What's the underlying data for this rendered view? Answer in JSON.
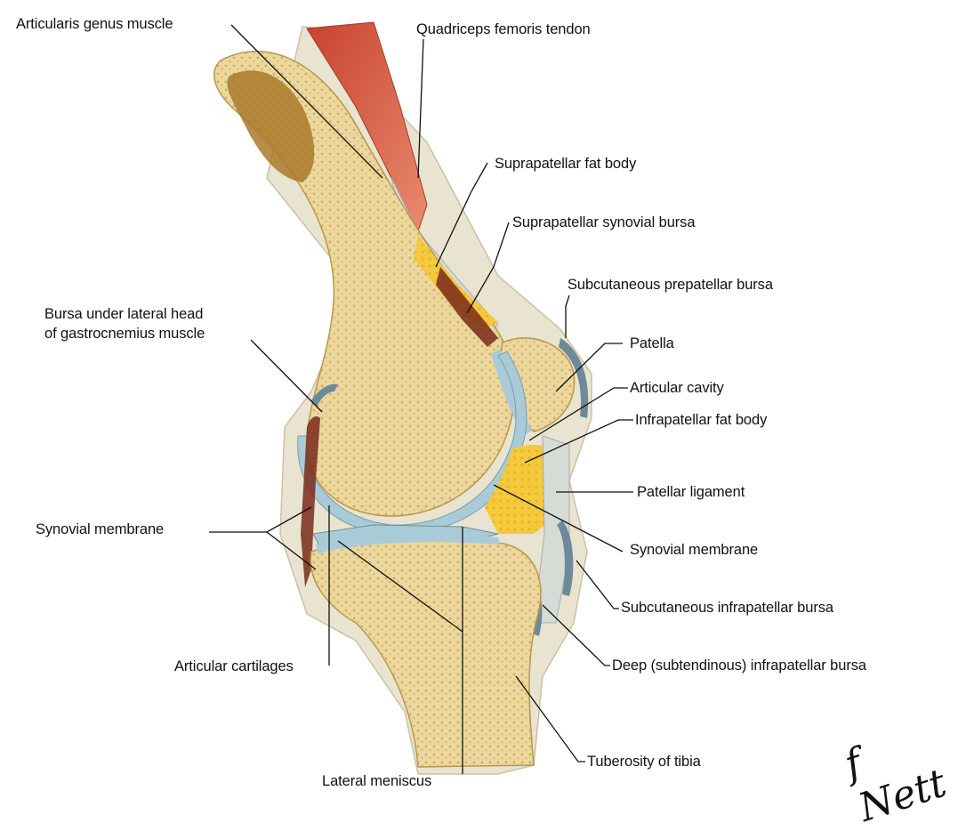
{
  "labels": {
    "articularis_genus_muscle": "Articularis genus muscle",
    "quadriceps_femoris_tendon": "Quadriceps femoris tendon",
    "suprapatellar_fat_body": "Suprapatellar fat body",
    "suprapatellar_synovial_bursa": "Suprapatellar synovial bursa",
    "subcutaneous_prepatellar_bursa": "Subcutaneous prepatellar bursa",
    "bursa_gastrocnemius_line1": "Bursa under lateral head",
    "bursa_gastrocnemius_line2": "of gastrocnemius muscle",
    "patella": "Patella",
    "articular_cavity": "Articular cavity",
    "infrapatellar_fat_body": "Infrapatellar fat body",
    "patellar_ligament": "Patellar ligament",
    "synovial_membrane_left": "Synovial membrane",
    "synovial_membrane_right": "Synovial membrane",
    "subcutaneous_infrapatellar_bursa": "Subcutaneous infrapatellar bursa",
    "articular_cartilages": "Articular cartilages",
    "deep_infrapatellar_bursa": "Deep (subtendinous) infrapatellar bursa",
    "tuberosity_of_tibia": "Tuberosity of tibia",
    "lateral_meniscus": "Lateral meniscus"
  },
  "signature": "f Nett",
  "colors": {
    "bone": "#ecd79e",
    "bone_dark": "#d9bd74",
    "marrow": "#a9792a",
    "muscle": "#d9604a",
    "cartilage": "#a9cbd8",
    "fat": "#f5c93c",
    "synovium": "#7a2a1a",
    "soft_tissue": "#e9e4cf",
    "bursa": "#6e8a9a"
  }
}
